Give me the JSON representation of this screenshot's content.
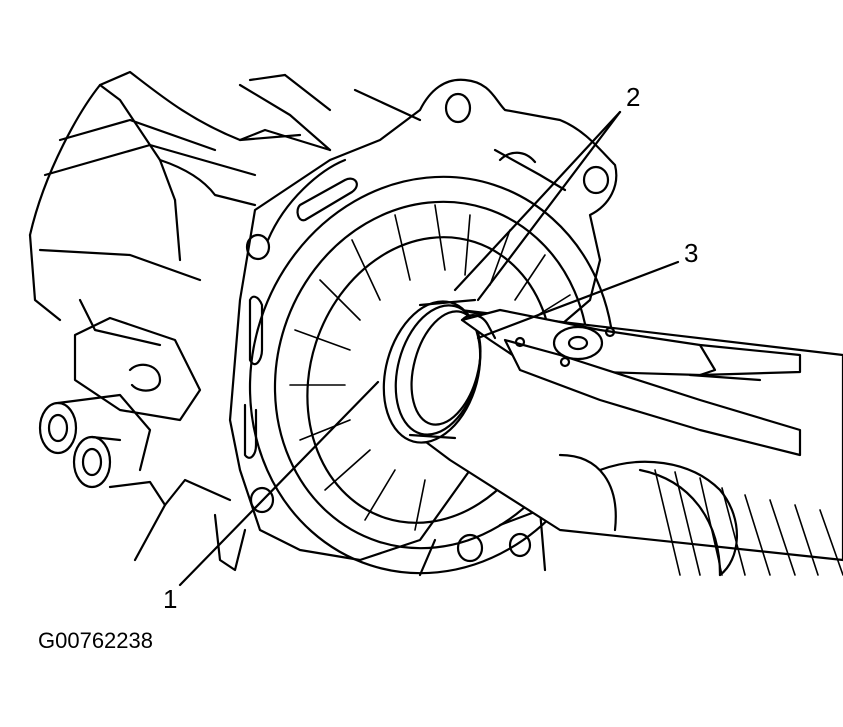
{
  "figure": {
    "id": "G00762238",
    "callouts": [
      "1",
      "2",
      "3"
    ]
  },
  "colors": {
    "ink": "#000000",
    "paper": "#ffffff"
  }
}
